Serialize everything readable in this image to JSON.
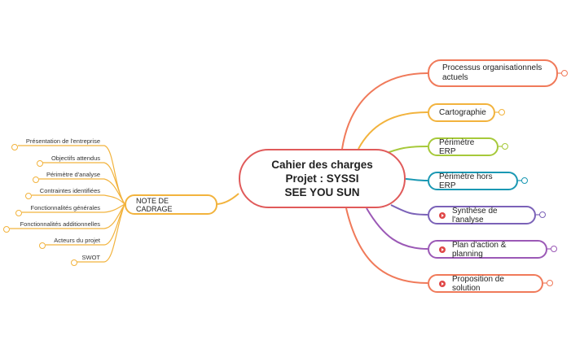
{
  "central": {
    "title": "Cahier des charges\nProjet : SYSSI\nSEE YOU SUN"
  },
  "left_branch": {
    "label": "NOTE DE CADRAGE",
    "color": "#f2b33d",
    "items": [
      {
        "label": "Présentation de l'entreprise"
      },
      {
        "label": "Objectifs attendus"
      },
      {
        "label": "Périmètre d'analyse"
      },
      {
        "label": "Contraintes identifiées"
      },
      {
        "label": "Fonctionnalités générales"
      },
      {
        "label": "Fonctionnalités additionnelles"
      },
      {
        "label": "Acteurs du projet"
      },
      {
        "label": "SWOT"
      }
    ]
  },
  "right_branches": [
    {
      "label": "Processus organisationnels actuels",
      "color": "#f07a5a",
      "task": false
    },
    {
      "label": "Cartographie",
      "color": "#f2b33d",
      "task": false
    },
    {
      "label": "Périmètre ERP",
      "color": "#a6c93a",
      "task": false
    },
    {
      "label": "Périmètre hors ERP",
      "color": "#1a98b3",
      "task": false
    },
    {
      "label": "Synthèse de l'analyse",
      "color": "#7b62b8",
      "task": true
    },
    {
      "label": "Plan d'action & planning",
      "color": "#9b59b6",
      "task": true
    },
    {
      "label": "Proposition de solution",
      "color": "#f07a5a",
      "task": true
    }
  ],
  "icons": {
    "task": "task-play-icon",
    "count_badge": "count-badge-icon"
  }
}
